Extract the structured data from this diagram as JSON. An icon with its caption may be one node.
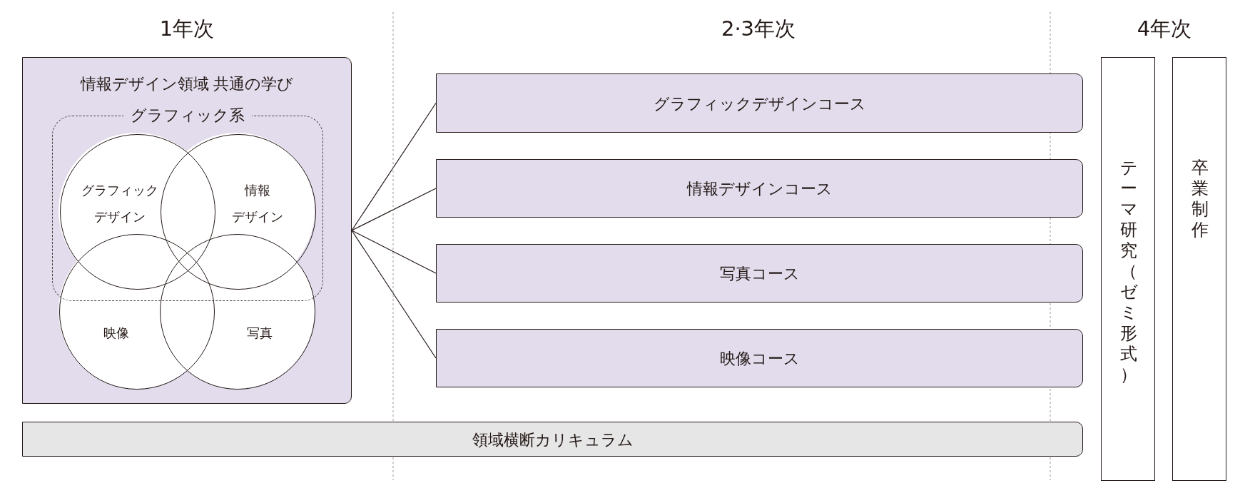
{
  "diagram": {
    "nodes": [
      {
        "text": [
          "情報デザイン領域 共通の学び"
        ]
      },
      {
        "text": [
          "グラフィック系"
        ],
        "in": 0
      },
      {
        "text": [
          "グラフィック",
          "デザイン"
        ],
        "in": 1
      },
      {
        "text": [
          "情報",
          "デザイン"
        ],
        "in": 1
      },
      {
        "text": [
          "映像"
        ],
        "in": 0
      },
      {
        "text": [
          "写真"
        ],
        "in": 0
      },
      {
        "text": [
          "グラフィックデザインコース"
        ]
      },
      {
        "text": [
          "情報デザインコース"
        ]
      },
      {
        "text": [
          "写真コース"
        ]
      },
      {
        "text": [
          "映像コース"
        ]
      },
      {
        "text": [
          "領域横断カリキュラム"
        ]
      },
      {
        "text": [
          "テーマ研究（ゼミ形式）"
        ]
      },
      {
        "text": [
          "卒業制作"
        ]
      }
    ],
    "edges": [
      {
        "from": 0,
        "to": 6,
        "arrow": "none"
      },
      {
        "from": 0,
        "to": 7,
        "arrow": "none"
      },
      {
        "from": 0,
        "to": 8,
        "arrow": "none"
      },
      {
        "from": 0,
        "to": 9,
        "arrow": "none"
      }
    ],
    "labels": [
      "1年次",
      "2·3年次",
      "4年次"
    ]
  }
}
